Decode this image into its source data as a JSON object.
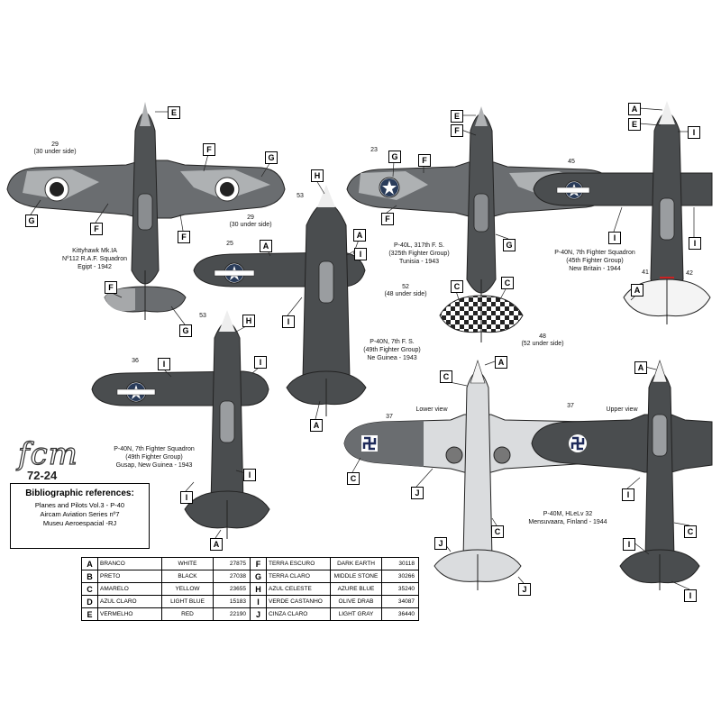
{
  "logo": {
    "main": "fcm",
    "code": "72-24"
  },
  "bibliography": {
    "title": "Bibliographic references:",
    "lines": [
      "Planes and Pilots Vol.3 - P-40",
      "Aircam Aviation Series nº7",
      "Museu Aeroespacial -RJ"
    ]
  },
  "color_table": {
    "left": [
      {
        "key": "A",
        "pt": "BRANCO",
        "en": "WHITE",
        "fs": "27875"
      },
      {
        "key": "B",
        "pt": "PRETO",
        "en": "BLACK",
        "fs": "27038"
      },
      {
        "key": "C",
        "pt": "AMARELO",
        "en": "YELLOW",
        "fs": "23655"
      },
      {
        "key": "D",
        "pt": "AZUL CLARO",
        "en": "LIGHT BLUE",
        "fs": "15183"
      },
      {
        "key": "E",
        "pt": "VERMELHO",
        "en": "RED",
        "fs": "22190"
      }
    ],
    "right": [
      {
        "key": "F",
        "pt": "TERRA ESCURO",
        "en": "DARK EARTH",
        "fs": "30118"
      },
      {
        "key": "G",
        "pt": "TERRA CLARO",
        "en": "MIDDLE STONE",
        "fs": "30266"
      },
      {
        "key": "H",
        "pt": "AZUL CELESTE",
        "en": "AZURE BLUE",
        "fs": "35240"
      },
      {
        "key": "I",
        "pt": "VERDE CASTANHO",
        "en": "OLIVE DRAB",
        "fs": "34087"
      },
      {
        "key": "J",
        "pt": "CINZA CLARO",
        "en": "LIGHT GRAY",
        "fs": "36440"
      }
    ]
  },
  "captions": {
    "kittyhawk": "Kittyhawk Mk.IA\nNº112 R.A.F. Squadron\nEgipt  - 1942",
    "p40l": "P-40L, 317th F. S.\n(325th Fighter Group)\nTunisia  - 1943",
    "p40n_45": "P-40N, 7th Fighter Squadron\n(45th Fighter Group)\nNew Britain  - 1944",
    "p40n_ng": "P-40N, 7th F. S.\n(49th Fighter Group)\nNe Guinea  - 1943",
    "p40n_gusap": "P-40N, 7th Fighter Squadron\n(49th Fighter Group)\nGusap, New Guinea  - 1943",
    "p40m": "P-40M, HLeLv 32\nMensuvaara, Finland  - 1944"
  },
  "view_labels": {
    "lower": "Lower view",
    "upper": "Upper view"
  },
  "decal_numbers": {
    "n29a": "29\n(30 under side)",
    "n29b": "29\n(30 under side)",
    "n23": "23",
    "n45": "45",
    "n53a": "53",
    "n25": "25",
    "n52": "52\n(48 under side)",
    "n48": "48\n(52 under side)",
    "n41": "41",
    "n42": "42",
    "n53b": "53",
    "n36": "36",
    "n37a": "37",
    "n37b": "37"
  },
  "callout_keys": {
    "k01": "E",
    "k02": "F",
    "k03": "G",
    "k04": "G",
    "k05": "F",
    "k06": "F",
    "k07": "F",
    "k08": "G",
    "k09": "H",
    "k10": "A",
    "k11": "A",
    "k12": "I",
    "k13": "I",
    "k14": "A",
    "k15": "E",
    "k16": "F",
    "k17": "G",
    "k18": "F",
    "k19": "F",
    "k20": "G",
    "k21": "C",
    "k22": "C",
    "k23": "A",
    "k24": "E",
    "k25": "I",
    "k26": "I",
    "k27": "I",
    "k28": "A",
    "k29": "H",
    "k30": "I",
    "k31": "I",
    "k32": "I",
    "k33": "I",
    "k34": "A",
    "k35": "C",
    "k36": "A",
    "k37": "C",
    "k38": "J",
    "k39": "C",
    "k40": "J",
    "k41": "J",
    "k42": "A",
    "k43": "I",
    "k44": "C",
    "k45": "I",
    "k46": "I"
  },
  "colors": {
    "olive_drab": "#4a4d4f",
    "dark_earth": "#5e6163",
    "middle_stone": "#9da0a2",
    "light_gray": "#dadcde",
    "red": "#cc2222"
  }
}
